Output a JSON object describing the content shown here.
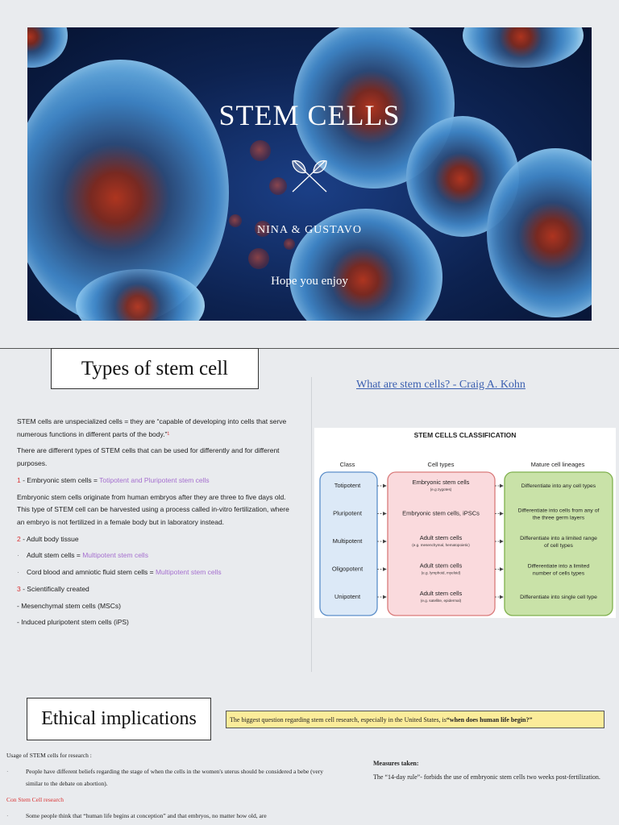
{
  "slide1": {
    "title": "STEM CELLS",
    "authors": "NINA & GUSTAVO",
    "tagline": "Hope you enjoy"
  },
  "slide2": {
    "title": "Types of stem cell",
    "video_link": "What are stem cells? - Craig A. Kohn",
    "intro": "STEM cells are unspecialized cells = they are “capable of developing into cells that serve numerous functions in different parts of the body.”",
    "intro_ref": "¹",
    "types_text": "There are different types of STEM cells that can be used for differently and for different purposes.",
    "item1_num": "1",
    "item1_label": " - Embryonic stem cells = ",
    "item1_tag": "Totipotent and Pluripotent stem cells",
    "item1_desc": "Embryonic stem cells originate from human embryos after they are three to five days old. This type of STEM cell can be harvested using a process called in-vitro fertilization, where an embryo is not fertilized in a female body but in laboratory instead.",
    "item2_num": "2",
    "item2_label": " - Adult body tissue",
    "item2_sub1_label": "Adult stem cells = ",
    "item2_sub1_tag": "Multipotent stem cells",
    "item2_sub2_label": "Cord blood and amniotic fluid stem cells = ",
    "item2_sub2_tag": "Multipotent stem cells",
    "item3_num": "3",
    "item3_label": " - Scientifically created",
    "item3_sub1": "- Mesenchymal stem cells (MSCs)",
    "item3_sub2": "- Induced pluripotent stem cells (iPS)",
    "bullet_mark": "·",
    "diagram": {
      "heading": "STEM CELLS CLASSIFICATION",
      "col_class": "Class",
      "col_types": "Cell types",
      "col_lineages": "Mature cell lineages",
      "rows": [
        {
          "cls": "Totipotent",
          "type": "Embryonic stem cells",
          "sub": "(e.g zygotes)",
          "lineage1": "Differentiate into any cell types",
          "lineage2": ""
        },
        {
          "cls": "Pluripotent",
          "type": "Embryonic stem cells, iPSCs",
          "sub": "",
          "lineage1": "Differentiate into cells from any of",
          "lineage2": "the three germ layers"
        },
        {
          "cls": "Multipotent",
          "type": "Adult stem cells",
          "sub": "(e.g. mesenchymal, hematopoietic)",
          "lineage1": "Differentiate into a limited range",
          "lineage2": "of cell types"
        },
        {
          "cls": "Oligopotent",
          "type": "Adult stem cells",
          "sub": "(e.g. lymphoid, myeloid)",
          "lineage1": "Differentiate into a limited",
          "lineage2": "number of cells types"
        },
        {
          "cls": "Unipotent",
          "type": "Adult stem cells",
          "sub": "(e.g. satellite, epidermal)",
          "lineage1": "Differentiate into single cell type",
          "lineage2": ""
        }
      ],
      "colors": {
        "class_fill": "#dce9f7",
        "class_stroke": "#5b8ec9",
        "types_fill": "#fadadd",
        "types_stroke": "#d97a7a",
        "lineage_fill": "#c9e2a8",
        "lineage_stroke": "#7fb04d"
      }
    }
  },
  "slide3": {
    "title": "Ethical implications",
    "question_prefix": "The biggest question regarding stem cell research, especially in the United States, is ",
    "question_bold": "“when does human life begin?”",
    "usage": "Usage of STEM cells for research :",
    "item1": "People have different beliefs regarding the stage of when the cells in the women's uterus should be considered a bebe (very similar to the debate on abortion).",
    "con_label": "Con Stem Cell research",
    "item2": "Some people think that “human life begins at conception” and that embryos, no matter how old, are",
    "measures_title": "Measures taken:",
    "measures_text": "The “14-day rule”-  forbids the use of embryonic stem cells two weeks post-fertilization."
  },
  "colors": {
    "red": "#d93232",
    "purple": "#a56fcf",
    "link": "#3b5fb0",
    "highlight": "#fbec9a"
  }
}
